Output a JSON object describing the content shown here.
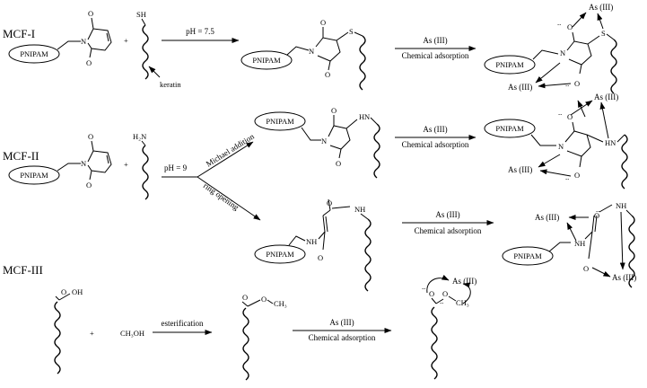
{
  "rows": [
    {
      "label": "MCF-I",
      "polymer": "PNIPAM",
      "protein_group": "SH",
      "protein_name": "keratin",
      "plus": "+",
      "condition": "pH = 7.5",
      "adsorption_top": "As (III)",
      "adsorption_bottom": "Chemical adsorption",
      "product_polymer": "PNIPAM",
      "complex_polymer": "PNIPAM",
      "complex_labels": [
        "As (III)",
        "As (III)"
      ]
    },
    {
      "label": "MCF-II",
      "polymer": "PNIPAM",
      "protein_group": "H₂N",
      "plus": "+",
      "condition": "pH = 9",
      "branch_upper": "Michael addition",
      "branch_lower": "ring opening",
      "upper_product_polymer": "PNIPAM",
      "lower_product_polymer": "PNIPAM",
      "adsorption_upper_top": "As (III)",
      "adsorption_upper_bottom": "Chemical adsorption",
      "adsorption_lower_top": "As (III)",
      "adsorption_lower_bottom": "Chemical adsorption",
      "upper_complex_polymer": "PNIPAM",
      "upper_complex_labels": [
        "As (III)",
        "As (III)"
      ],
      "lower_complex_polymer": "PNIPAM",
      "lower_complex_labels": [
        "As (III)",
        "As (III)"
      ]
    },
    {
      "label": "MCF-III",
      "acid_group": "OH",
      "plus": "+",
      "reagent": "CH₃OH",
      "condition": "esterification",
      "ester_group": "CH₃",
      "adsorption_top": "As (III)",
      "adsorption_bottom": "Chemical adsorption",
      "complex_label": "As (III)"
    }
  ],
  "atoms": {
    "N": "N",
    "O": "O",
    "S": "S",
    "H": "H",
    "NH": "NH",
    "HN": "HN"
  },
  "lone_pair": ".."
}
